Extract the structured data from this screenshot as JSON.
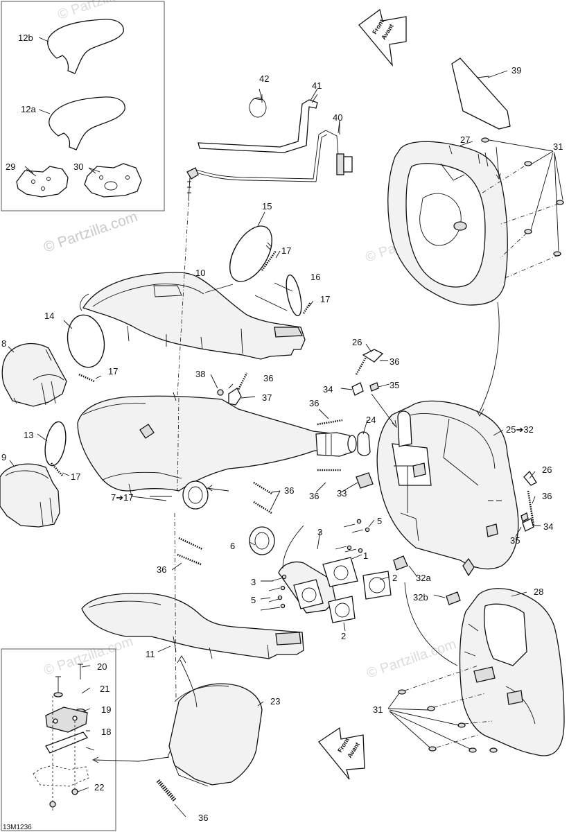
{
  "watermark": "© Partzilla.com",
  "drawing_code": "13M1236",
  "front_arrow": {
    "line1": "Front",
    "line2": "Avant"
  },
  "callouts": {
    "c12b": "12b",
    "c12a": "12a",
    "c29": "29",
    "c30": "30",
    "c42": "42",
    "c41": "41",
    "c40": "40",
    "c39": "39",
    "c27": "27",
    "c31a": "31",
    "c15": "15",
    "c17a": "17",
    "c10": "10",
    "c16": "16",
    "c17b": "17",
    "c14": "14",
    "c8": "8",
    "c17c": "17",
    "c26a": "26",
    "c36a": "36",
    "c38": "38",
    "c36b": "36",
    "c37": "37",
    "c34a": "34",
    "c35a": "35",
    "c36c": "36",
    "c24": "24",
    "c25": "25➔32",
    "c13": "13",
    "c9": "9",
    "c17d": "17",
    "c36d": "36",
    "c33": "33",
    "c26b": "26",
    "c36e": "36",
    "c717": "7➔17",
    "c36f": "36",
    "c5a": "5",
    "c34b": "34",
    "c35b": "35",
    "c6": "6",
    "c3a": "3",
    "c1": "1",
    "c36g": "36",
    "c2a": "2",
    "c32a": "32a",
    "c3b": "3",
    "c5b": "5",
    "c32b": "32b",
    "c28": "28",
    "c2b": "2",
    "c11": "11",
    "c20": "20",
    "c21": "21",
    "c23": "23",
    "c19": "19",
    "c18": "18",
    "c31b": "31",
    "c22": "22",
    "c36h": "36"
  }
}
